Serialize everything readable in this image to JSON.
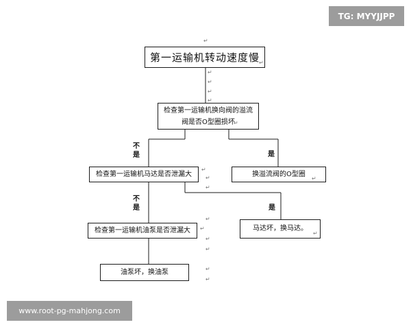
{
  "watermark_top": "TG: MYYJJPP",
  "watermark_bottom": "www.root-pg-mahjong.com",
  "nodes": {
    "start": "第一运输机转动速度慢",
    "check_valve": "检查第一运输机换向阀的溢流阀是否O型圈损坏",
    "replace_oring": "换溢流阀的O型圈",
    "check_motor": "检查第一运输机马达是否泄漏大",
    "replace_motor": "马达坏，换马达。",
    "check_pump": "检查第一运输机油泵是否泄漏大",
    "replace_pump": "油泵坏，换油泵"
  },
  "labels": {
    "no": "不是",
    "yes": "是"
  },
  "paragraph_mark": "↵"
}
